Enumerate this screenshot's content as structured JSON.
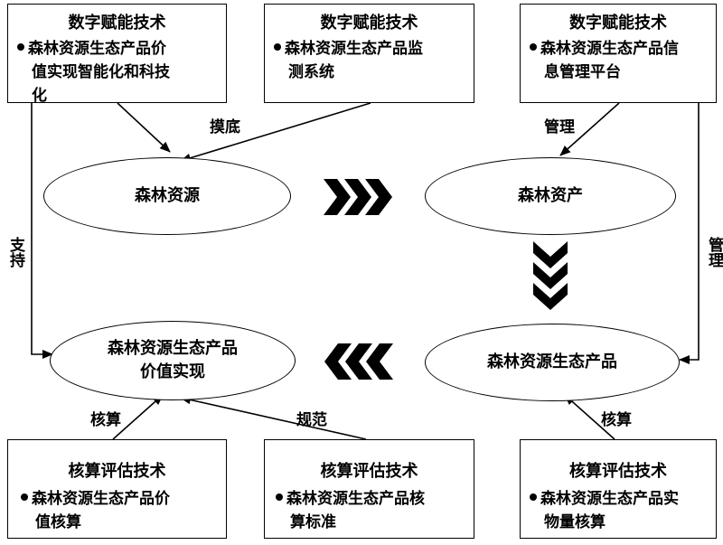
{
  "top_boxes": [
    {
      "title": "数字赋能技术",
      "bullet_lines": [
        "森林资源生态产品价",
        "值实现智能化和科技",
        "化"
      ]
    },
    {
      "title": "数字赋能技术",
      "bullet_lines": [
        "森林资源生态产品监",
        "测系统"
      ]
    },
    {
      "title": "数字赋能技术",
      "bullet_lines": [
        "森林资源生态产品信",
        "息管理平台"
      ]
    }
  ],
  "bottom_boxes": [
    {
      "title": "核算评估技术",
      "bullet_lines": [
        "森林资源生态产品价",
        "值核算"
      ]
    },
    {
      "title": "核算评估技术",
      "bullet_lines": [
        "森林资源生态产品核",
        "算标准"
      ]
    },
    {
      "title": "核算评估技术",
      "bullet_lines": [
        "森林资源生态产品实",
        "物量核算"
      ]
    }
  ],
  "ellipses": {
    "forest_resource": [
      "森林资源"
    ],
    "forest_asset": [
      "森林资产"
    ],
    "eco_product": [
      "森林资源生态产品"
    ],
    "value_realization": [
      "森林资源生态产品",
      "价值实现"
    ]
  },
  "labels": {
    "survey": "摸底",
    "manage_top": "管理",
    "manage_side": "管理",
    "support": "支持",
    "account_left": "核算",
    "standardize": "规范",
    "account_right": "核算"
  }
}
